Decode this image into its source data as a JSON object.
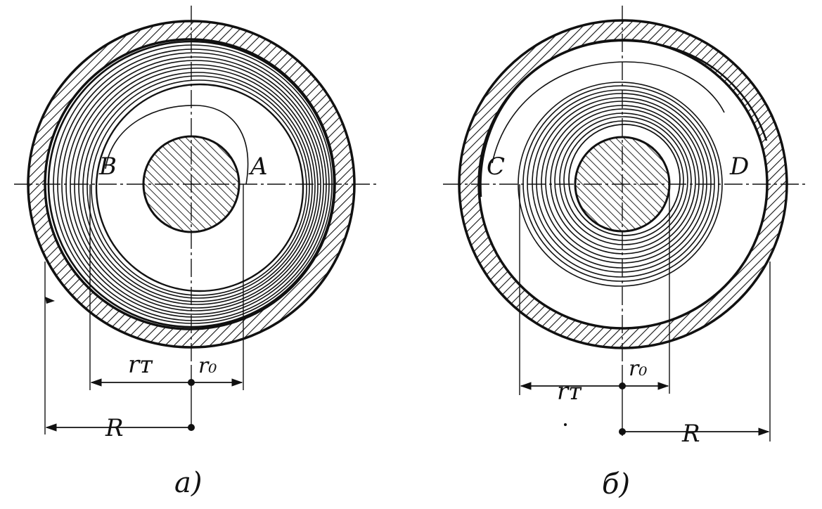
{
  "figure": {
    "colors": {
      "ink": "#111111",
      "background": "#ffffff"
    },
    "panel_a": {
      "caption": "a)",
      "labels": {
        "B": "B",
        "A": "A",
        "r_t": "rᴛ",
        "r_0": "r₀",
        "R": "R"
      }
    },
    "panel_b": {
      "caption": "б)",
      "labels": {
        "C": "C",
        "D": "D",
        "r_t": "rᴛ",
        "r_0": "r₀",
        "R": "R"
      }
    }
  }
}
